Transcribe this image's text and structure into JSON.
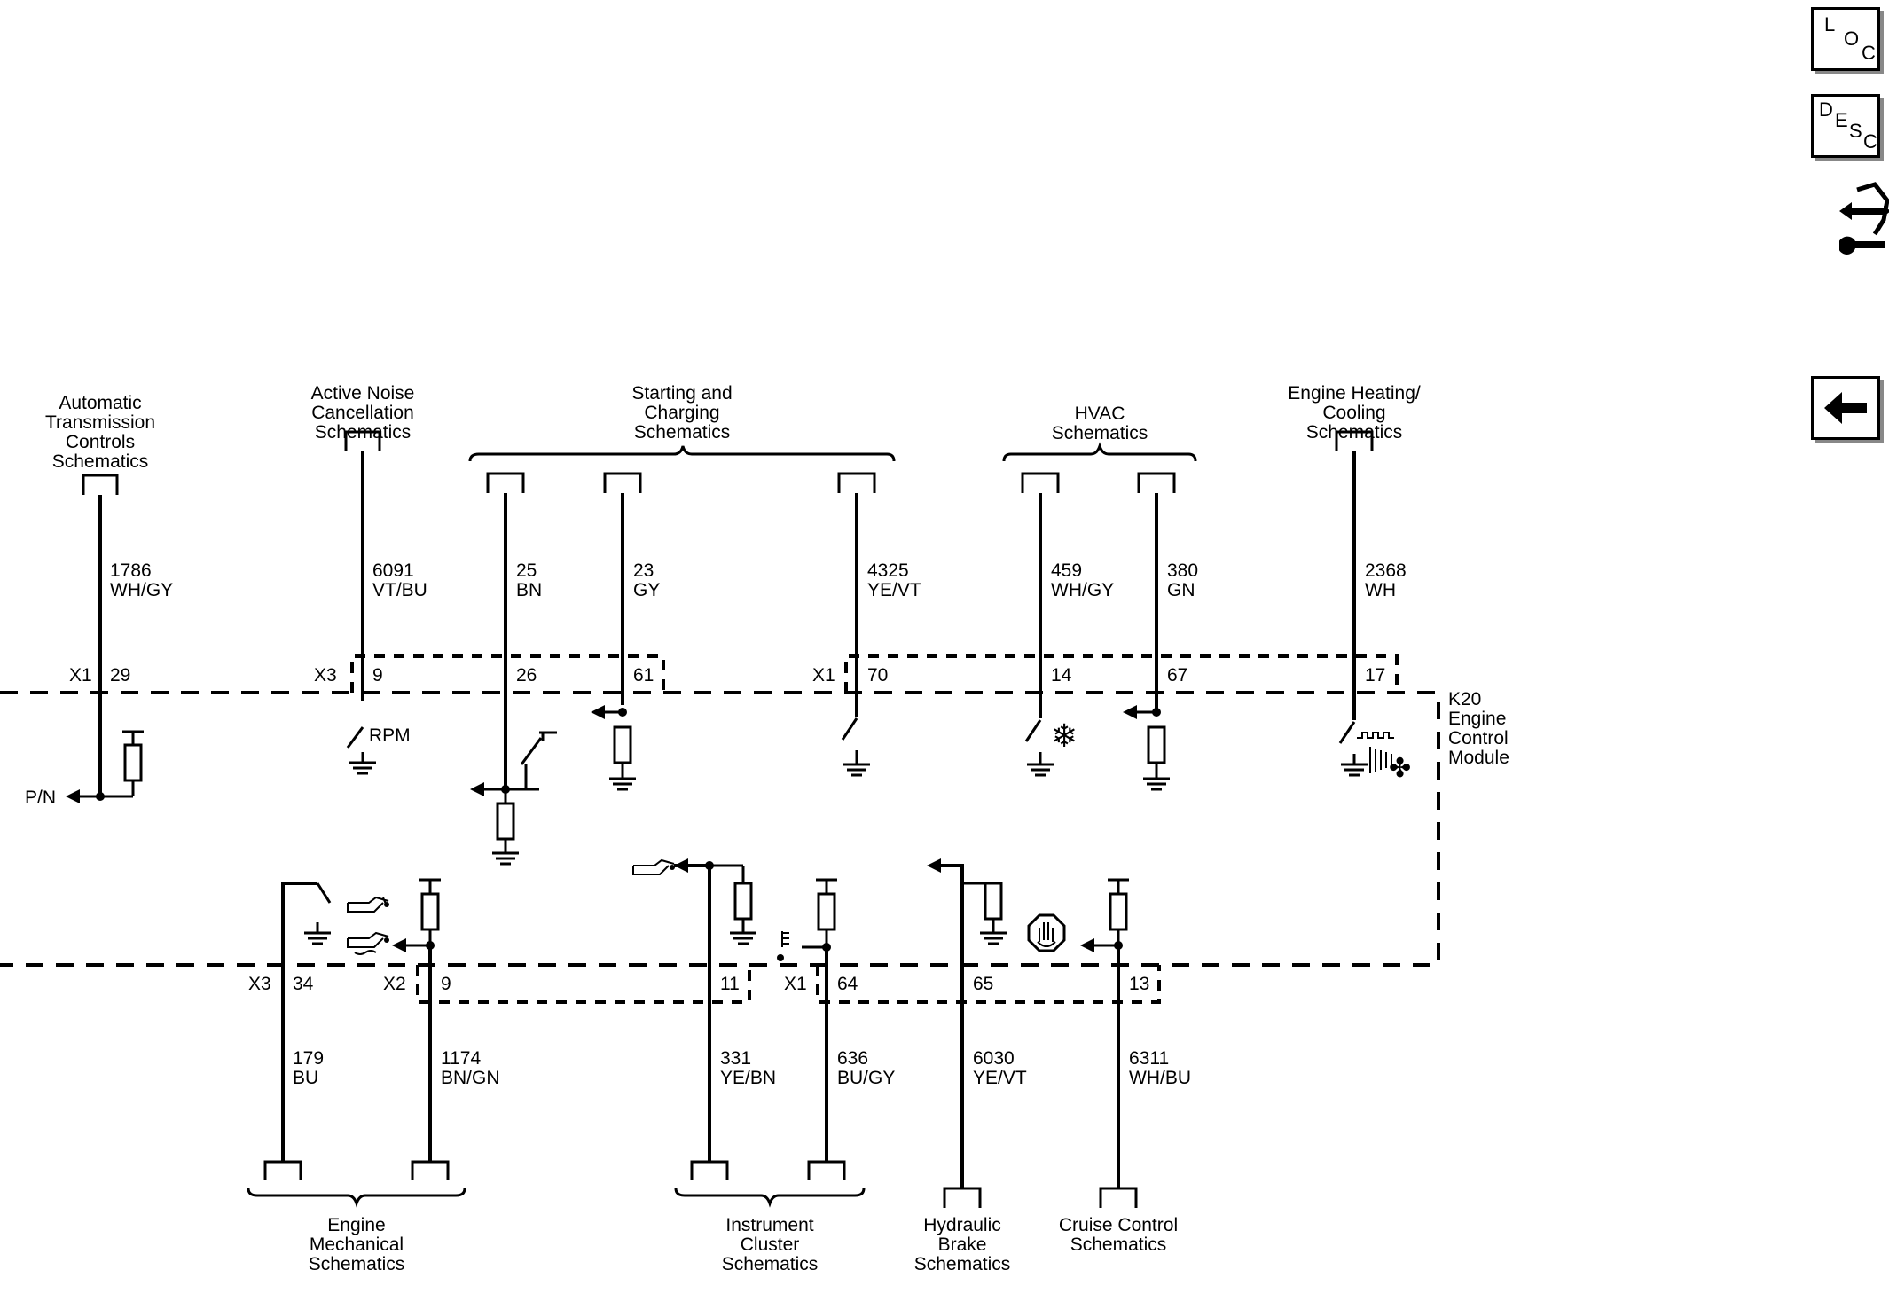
{
  "nav": {
    "loc": {
      "l1": "L",
      "l2": "O",
      "l3": "C"
    },
    "desc": {
      "l1": "D",
      "l2": "E",
      "l3": "S",
      "l4": "C"
    }
  },
  "module": {
    "l1": "K20",
    "l2": "Engine",
    "l3": "Control",
    "l4": "Module"
  },
  "top_destinations": [
    {
      "lines": [
        "Automatic",
        "Transmission",
        "Controls",
        "Schematics"
      ]
    },
    {
      "lines": [
        "Active Noise",
        "Cancellation",
        "Schematics"
      ]
    },
    {
      "lines": [
        "Starting and",
        "Charging",
        "Schematics"
      ]
    },
    {
      "lines": [
        "HVAC",
        "Schematics"
      ]
    },
    {
      "lines": [
        "Engine Heating/",
        "Cooling",
        "Schematics"
      ]
    }
  ],
  "bottom_destinations": [
    {
      "lines": [
        "Engine",
        "Mechanical",
        "Schematics"
      ]
    },
    {
      "lines": [
        "Instrument",
        "Cluster",
        "Schematics"
      ]
    },
    {
      "lines": [
        "Hydraulic",
        "Brake",
        "Schematics"
      ]
    },
    {
      "lines": [
        "Cruise Control",
        "Schematics"
      ]
    }
  ],
  "top_wires": [
    {
      "circuit": "1786",
      "color": "WH/GY",
      "pin": "29"
    },
    {
      "circuit": "6091",
      "color": "VT/BU",
      "pin": "9"
    },
    {
      "circuit": "25",
      "color": "BN",
      "pin": "26"
    },
    {
      "circuit": "23",
      "color": "GY",
      "pin": "61"
    },
    {
      "circuit": "4325",
      "color": "YE/VT",
      "pin": "70"
    },
    {
      "circuit": "459",
      "color": "WH/GY",
      "pin": "14"
    },
    {
      "circuit": "380",
      "color": "GN",
      "pin": "67"
    },
    {
      "circuit": "2368",
      "color": "WH",
      "pin": "17"
    }
  ],
  "bottom_wires": [
    {
      "circuit": "179",
      "color": "BU",
      "pin": "34"
    },
    {
      "circuit": "1174",
      "color": "BN/GN",
      "pin": "9"
    },
    {
      "circuit": "331",
      "color": "YE/BN",
      "pin": "11"
    },
    {
      "circuit": "636",
      "color": "BU/GY",
      "pin": "64"
    },
    {
      "circuit": "6030",
      "color": "YE/VT",
      "pin": "65"
    },
    {
      "circuit": "6311",
      "color": "WH/BU",
      "pin": "13"
    }
  ],
  "connectors": {
    "top_x1_a": "X1",
    "top_x3": "X3",
    "top_x1_b": "X1",
    "bot_x3": "X3",
    "bot_x2": "X2",
    "bot_x1": "X1"
  },
  "signals": {
    "pn": "P/N",
    "rpm": "RPM"
  }
}
